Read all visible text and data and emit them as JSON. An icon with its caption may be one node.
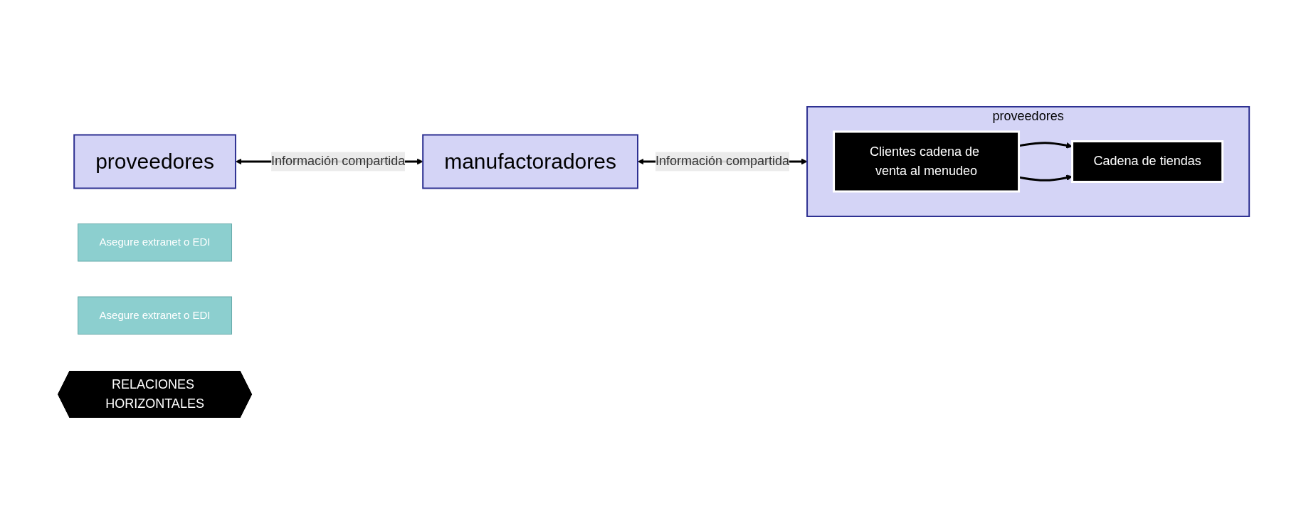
{
  "diagram": {
    "nodes": [
      {
        "text": [
          "proveedores"
        ]
      },
      {
        "text": [
          "Asegure extranet o EDI"
        ]
      },
      {
        "text": [
          "manufactoradores"
        ]
      },
      {
        "text": [
          "Asegure extranet o EDI"
        ]
      },
      {
        "text": [
          "proveedores"
        ]
      },
      {
        "text": [
          "Clientes cadena de venta al menudeo"
        ],
        "in": 4
      },
      {
        "text": [
          "Cadena de tiendas"
        ],
        "in": 4
      },
      {
        "text": [
          "RELACIONES HORIZONTALES"
        ]
      }
    ],
    "edges": [
      {
        "from": 0,
        "to": 2,
        "arrow": "both",
        "label": "Información compartida"
      },
      {
        "from": 2,
        "to": 4,
        "arrow": "both",
        "label": "Información compartida"
      },
      {
        "from": 5,
        "to": 6,
        "arrow": "to"
      },
      {
        "from": 5,
        "to": 6,
        "arrow": "to"
      }
    ]
  }
}
